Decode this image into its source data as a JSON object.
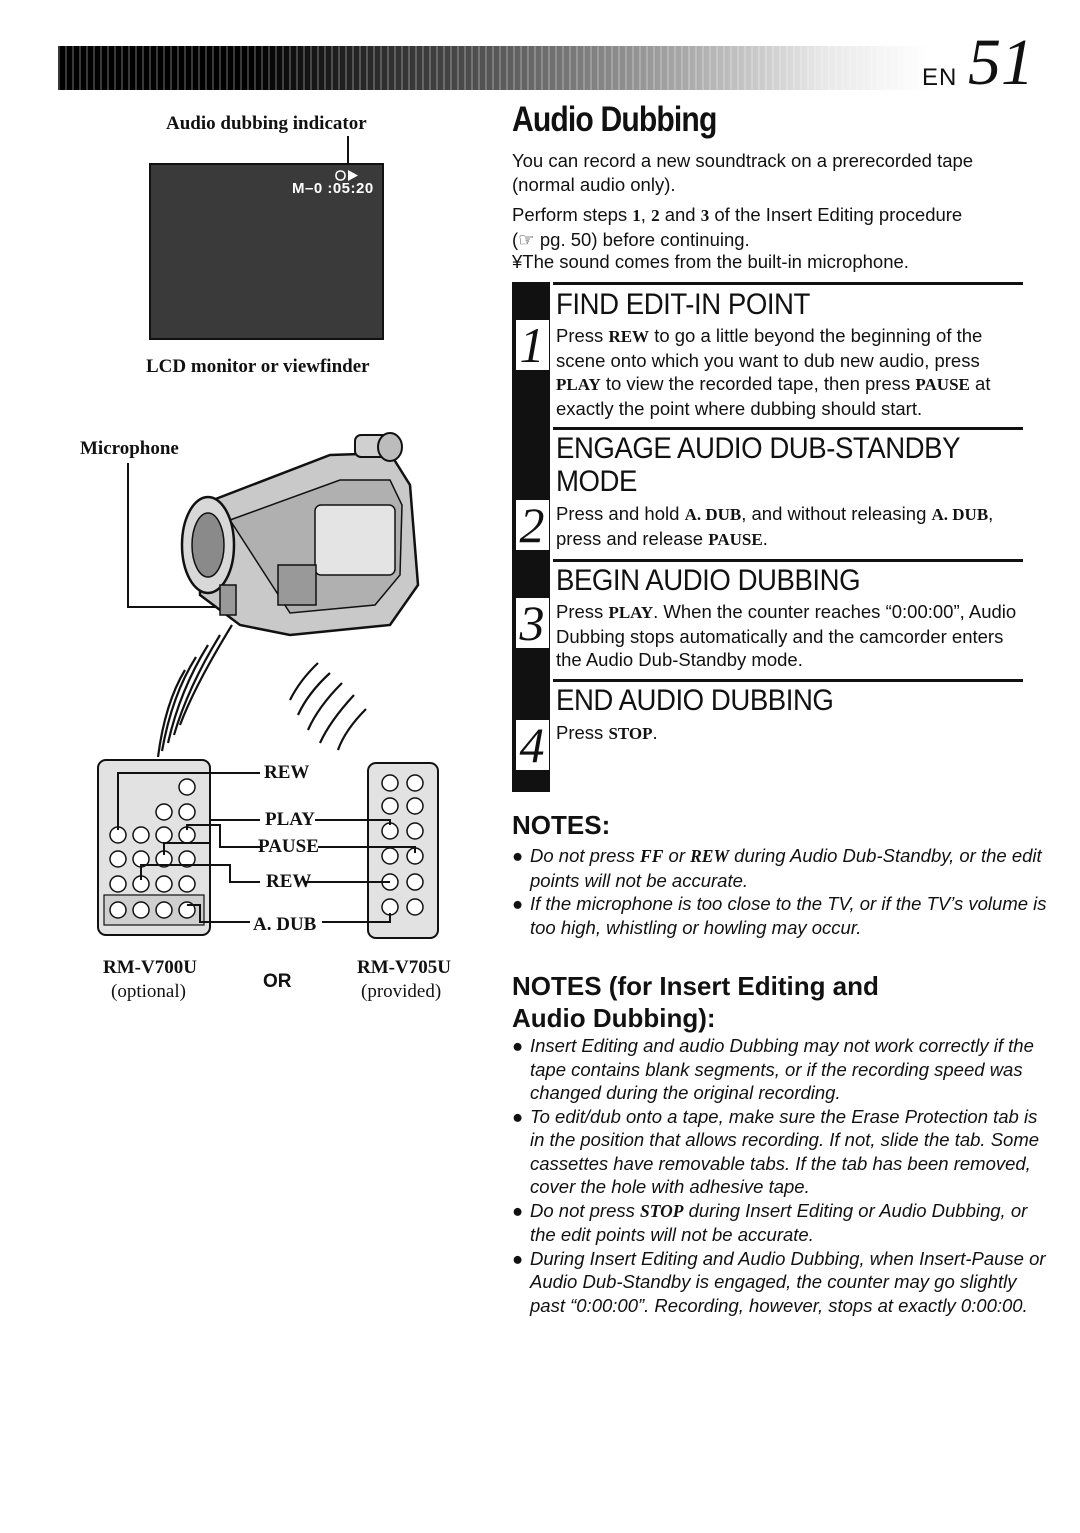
{
  "header": {
    "lang": "EN",
    "page_number": "51"
  },
  "illustration": {
    "audio_indicator_label": "Audio dubbing indicator",
    "counter_display": "M–0 :05:20",
    "lcd_label": "LCD monitor or viewfinder",
    "microphone_label": "Microphone",
    "remote_labels": {
      "rew_top": "REW",
      "play": "PLAY",
      "pause": "PAUSE",
      "rew": "REW",
      "adub": "A. DUB"
    },
    "remote_left_model": "RM-V700U",
    "remote_left_note": "(optional)",
    "or_text": "OR",
    "remote_right_model": "RM-V705U",
    "remote_right_note": "(provided)"
  },
  "main": {
    "title": "Audio Dubbing",
    "intro1": "You can record a new soundtrack on a prerecorded tape (normal audio only).",
    "intro2_a": "Perform steps ",
    "intro2_s1": "1",
    "intro2_b": ", ",
    "intro2_s2": "2",
    "intro2_c": " and ",
    "intro2_s3": "3",
    "intro2_d": " of the Insert Editing procedure",
    "intro2_ref": "(☞ pg. 50) before continuing.",
    "intro3": "¥The sound comes from the built-in microphone."
  },
  "steps": [
    {
      "num": "1",
      "title": "FIND EDIT-IN POINT",
      "p1": "Press ",
      "k1": "REW",
      "p2": " to go a little beyond the beginning of the scene onto which you want to dub new audio, press ",
      "k2": "PLAY",
      "p3": " to view the recorded tape, then press ",
      "k3": "PAUSE",
      "p4": " at exactly the point where dubbing should start."
    },
    {
      "num": "2",
      "title": "ENGAGE AUDIO DUB-STANDBY",
      "title2": "MODE",
      "p1": "Press and hold ",
      "k1": "A. DUB",
      "p2": ", and without releasing ",
      "k2": "A. DUB",
      "p3": ", press and release ",
      "k3": "PAUSE",
      "p4": "."
    },
    {
      "num": "3",
      "title": "BEGIN AUDIO DUBBING",
      "p1": "Press ",
      "k1": "PLAY",
      "p2": ". When the counter reaches “0:00:00”, Audio Dubbing stops automatically and the camcorder enters the Audio Dub-Standby mode."
    },
    {
      "num": "4",
      "title": "END AUDIO DUBBING",
      "p1": "Press ",
      "k1": "STOP",
      "p2": "."
    }
  ],
  "notes": {
    "heading": "NOTES:",
    "items": [
      {
        "a": "Do not press ",
        "k1": "FF",
        "b": " or ",
        "k2": "REW",
        "c": " during Audio Dub-Standby, or the edit points will not be accurate."
      },
      {
        "a": "If the microphone is too close to the TV, or if the TV’s volume is too high, whistling or howling may occur."
      }
    ]
  },
  "notes2": {
    "heading_a": "NOTES",
    "heading_b": " (for Insert Editing and",
    "heading_c": "Audio Dubbing):",
    "items": [
      {
        "a": "Insert Editing and audio Dubbing may not work correctly if the tape contains blank segments, or if the recording speed was changed during the original recording."
      },
      {
        "a": "To edit/dub onto a tape, make sure the Erase Protection tab is in the position that allows recording. If not, slide the tab. Some cassettes have removable tabs. If the tab has been removed, cover the hole with adhesive tape."
      },
      {
        "a": "Do not press ",
        "k1": "STOP",
        "b": " during Insert Editing or Audio Dubbing, or the edit points will not be accurate."
      },
      {
        "a": "During Insert Editing and Audio Dubbing, when Insert-Pause or Audio Dub-Standby is engaged, the counter may go slightly past “0:00:00”. Recording, however, stops at exactly 0:00:00."
      }
    ]
  }
}
